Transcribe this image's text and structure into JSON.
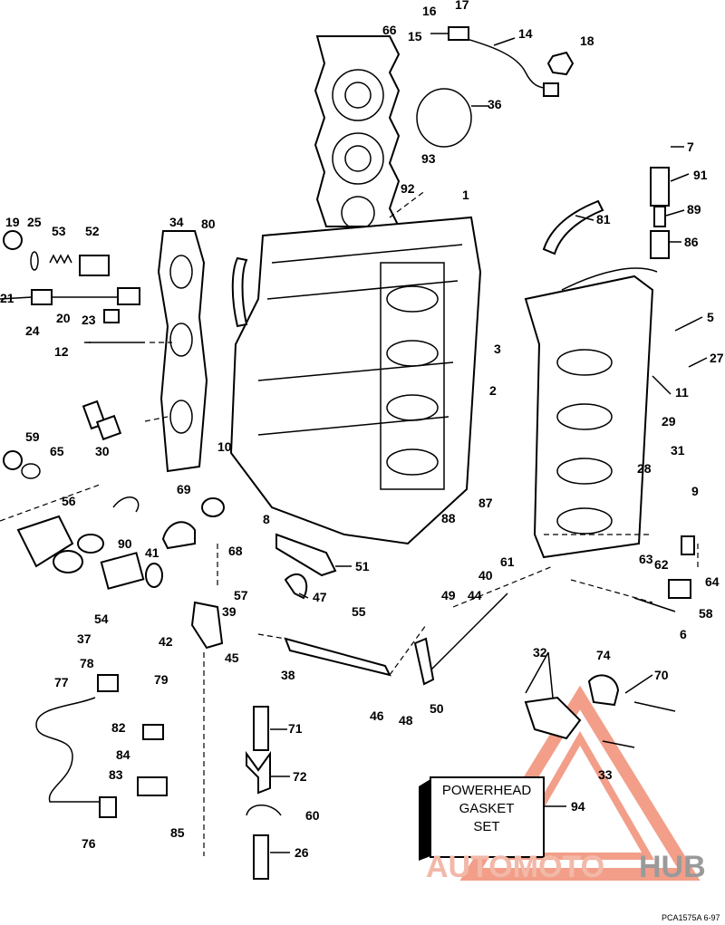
{
  "gasket_box": {
    "line1": "POWERHEAD",
    "line2": "GASKET",
    "line3": "SET",
    "callout": "94"
  },
  "watermark": {
    "part1": "AUTOMOTO",
    "part2": "HUB",
    "accent_color": "#e8502a",
    "gray_color": "#8a8a8a"
  },
  "ref_code": "PCA1575A 6-97",
  "callouts": [
    "1",
    "2",
    "3",
    "5",
    "6",
    "7",
    "8",
    "9",
    "10",
    "11",
    "12",
    "14",
    "15",
    "16",
    "17",
    "18",
    "19",
    "20",
    "21",
    "23",
    "24",
    "25",
    "26",
    "27",
    "28",
    "29",
    "30",
    "31",
    "32",
    "33",
    "34",
    "36",
    "37",
    "38",
    "39",
    "40",
    "41",
    "42",
    "44",
    "45",
    "46",
    "47",
    "48",
    "49",
    "50",
    "51",
    "52",
    "53",
    "54",
    "55",
    "56",
    "57",
    "58",
    "59",
    "60",
    "61",
    "62",
    "63",
    "64",
    "65",
    "66",
    "68",
    "69",
    "70",
    "71",
    "72",
    "74",
    "76",
    "77",
    "78",
    "79",
    "80",
    "81",
    "82",
    "83",
    "84",
    "85",
    "86",
    "87",
    "88",
    "89",
    "90",
    "91",
    "92",
    "93"
  ]
}
